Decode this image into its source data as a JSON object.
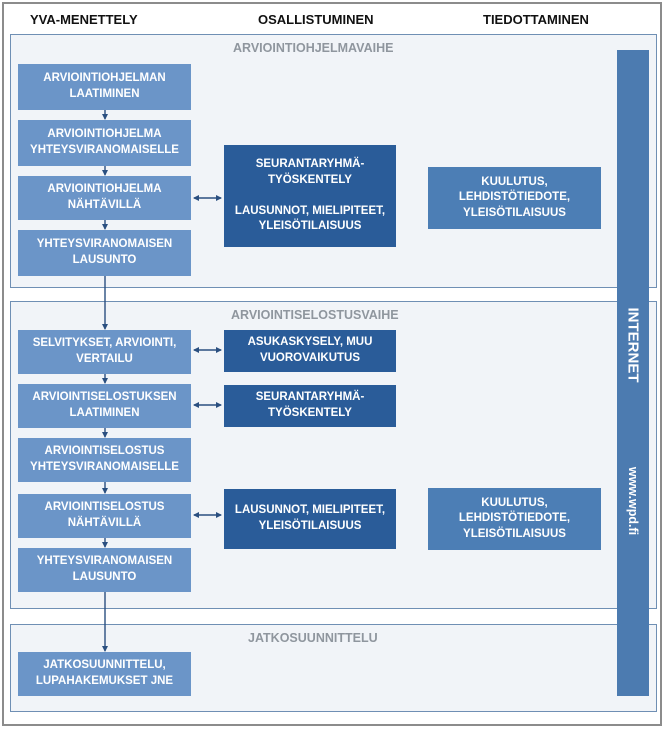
{
  "columns": {
    "left": "YVA-MENETTELY",
    "middle": "OSALLISTUMINEN",
    "right": "TIEDOTTAMINEN"
  },
  "phases": {
    "phase1": "ARVIOINTIOHJELMAVAIHE",
    "phase2": "ARVIOINTISELOSTUSVAIHE",
    "phase3": "JATKOSUUNNITTELU"
  },
  "procedure": {
    "p1_1": "ARVIOINTIOHJELMAN\nLAATIMINEN",
    "p1_2": "ARVIOINTIOHJELMA\nYHTEYSVIRANOMAISELLE",
    "p1_3": "ARVIOINTIOHJELMA\nNÄHTÄVILLÄ",
    "p1_4": "YHTEYSVIRANOMAISEN\nLAUSUNTO",
    "p2_1": "SELVITYKSET, ARVIOINTI,\nVERTAILU",
    "p2_2": "ARVIOINTISELOSTUKSEN\nLAATIMINEN",
    "p2_3": "ARVIOINTISELOSTUS\nYHTEYSVIRANOMAISELLE",
    "p2_4": "ARVIOINTISELOSTUS\nNÄHTÄVILLÄ",
    "p2_5": "YHTEYSVIRANOMAISEN\nLAUSUNTO",
    "p3_1": "JATKOSUUNNITTELU,\nLUPAHAKEMUKSET JNE"
  },
  "participation": {
    "m1": "SEURANTARYHMÄ-\nTYÖSKENTELY\n\nLAUSUNNOT, MIELIPITEET,\nYLEISÖTILAISUUS",
    "m2": "ASUKASKYSELY, MUU\nVUOROVAIKUTUS",
    "m3": "SEURANTARYHMÄ-\nTYÖSKENTELY",
    "m4": "LAUSUNNOT, MIELIPITEET,\nYLEISÖTILAISUUS"
  },
  "communication": {
    "r1": "KUULUTUS,\nLEHDISTÖTIEDOTE,\nYLEISÖTILAISUUS",
    "r2": "KUULUTUS,\nLEHDISTÖTIEDOTE,\nYLEISÖTILAISUUS"
  },
  "internet": {
    "label": "INTERNET",
    "url": "www.wpd.fi"
  },
  "colors": {
    "light_box": "#6b95c8",
    "dark_box": "#2a5c99",
    "mid_box": "#4c7eb5",
    "internet_bar": "#4c7bb0",
    "phase_bg": "#f1f4f8",
    "phase_border": "#6f8fb4",
    "connector": "#2a4f80"
  }
}
